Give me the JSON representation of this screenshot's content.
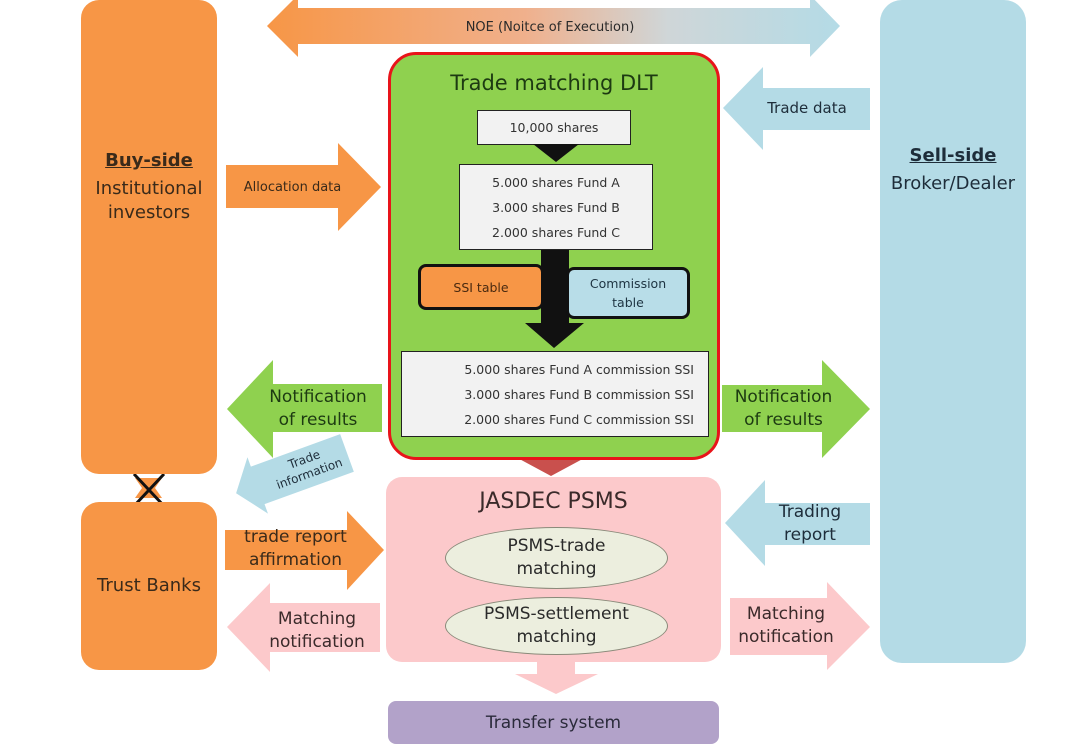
{
  "noe_arrow": {
    "label": "NOE (Noitce of Execution)"
  },
  "buy_side": {
    "title": "Buy-side",
    "subtitle_line1": "Institutional",
    "subtitle_line2": "investors"
  },
  "sell_side": {
    "title": "Sell-side",
    "subtitle": "Broker/Dealer"
  },
  "trust_banks": {
    "label": "Trust Banks"
  },
  "dlt": {
    "title": "Trade matching DLT",
    "total_box": "10,000 shares",
    "allocation_rows": [
      "5.000 shares Fund A",
      "3.000 shares Fund B",
      "2.000 shares Fund C"
    ],
    "ssi_table": "SSI table",
    "commission_table_line1": "Commission",
    "commission_table_line2": "table",
    "result_rows": [
      "5.000 shares Fund A commission SSI",
      "3.000 shares Fund B commission SSI",
      "2.000 shares Fund C commission SSI"
    ]
  },
  "jasdec": {
    "title": "JASDEC PSMS",
    "trade_matching_line1": "PSMS-trade",
    "trade_matching_line2": "matching",
    "settlement_matching_line1": "PSMS-settlement",
    "settlement_matching_line2": "matching"
  },
  "transfer_system": {
    "label": "Transfer system"
  },
  "arrows": {
    "allocation_data": "Allocation data",
    "trade_data": "Trade data",
    "notification_left_line1": "Notification",
    "notification_left_line2": "of results",
    "notification_right_line1": "Notification",
    "notification_right_line2": "of results",
    "trade_information_line1": "Trade",
    "trade_information_line2": "information",
    "trade_report_line1": "trade report",
    "trade_report_line2": "affirmation",
    "trading_report_line1": "Trading",
    "trading_report_line2": "report",
    "matching_left_line1": "Matching",
    "matching_left_line2": "notification",
    "matching_right_line1": "Matching",
    "matching_right_line2": "notification"
  },
  "colors": {
    "buy_side": "#f79646",
    "sell_side": "#b4dbe6",
    "dlt_fill": "#8fd14f",
    "dlt_border": "#e8141a",
    "jasdec": "#fcc9cb",
    "transfer": "#b2a2c9",
    "down_arrow_red": "#c0504d"
  }
}
